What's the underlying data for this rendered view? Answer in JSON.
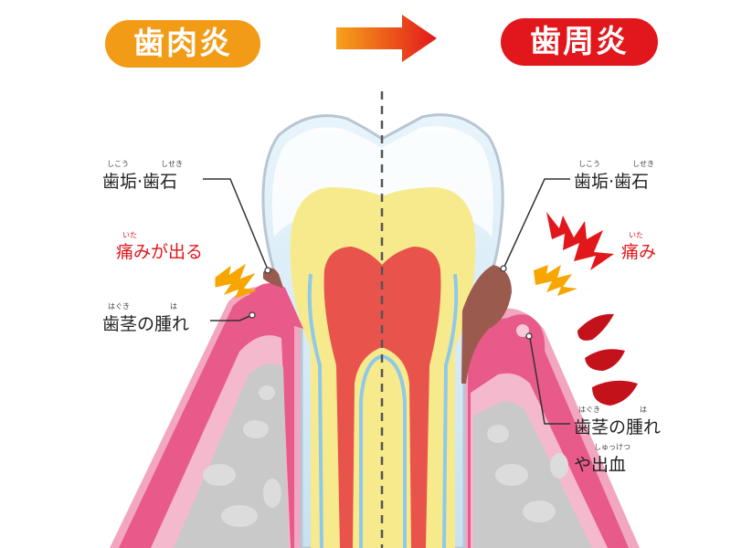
{
  "header": {
    "left_title": "歯肉炎",
    "right_title": "歯周炎"
  },
  "colors": {
    "left_pill": "#f29b16",
    "right_pill": "#e2171b",
    "gum_pink": "#e85a8a",
    "bone_gray": "#c9c9c9",
    "tartar_brown": "#9a5a4e",
    "pulp_red": "#e8544c",
    "dentin_yellow": "#f7ea8c",
    "enamel_blue": "#cfe6f5"
  },
  "left_labels": {
    "tartar": "歯垢·歯石",
    "tartar_ruby_1": "しこう",
    "tartar_ruby_2": "しせき",
    "pain": "痛みが出る",
    "pain_ruby": "いた",
    "gum": "歯茎の腫れ",
    "gum_ruby_1": "はぐき",
    "gum_ruby_2": "は"
  },
  "right_labels": {
    "tartar": "歯垢·歯石",
    "tartar_ruby_1": "しこう",
    "tartar_ruby_2": "しせき",
    "pain": "痛み",
    "pain_ruby": "いた",
    "gum": "歯茎の腫れ",
    "gum_ruby_1": "はぐき",
    "gum_ruby_2": "は",
    "bleeding": "や出血",
    "bleeding_ruby": "しゅっけつ"
  }
}
